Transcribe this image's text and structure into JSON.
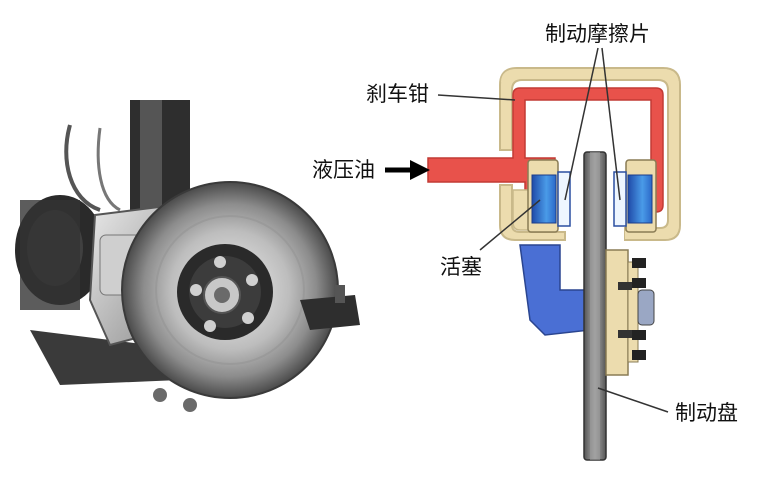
{
  "labels": {
    "brake_pads": "制动摩擦片",
    "caliper": "刹车钳",
    "hydraulic_oil": "液压油",
    "piston": "活塞",
    "brake_disc": "制动盘"
  },
  "colors": {
    "caliper_outer": "#ecdcae",
    "caliper_outline": "#c9b98a",
    "fluid_channel": "#e8524b",
    "piston_blue": "#3e63c8",
    "pad_blue": "#2aa3e0",
    "disc_gray": "#7c7c7c",
    "hub_blue": "#4a6fd4",
    "arrow": "#000000"
  },
  "icons": {
    "photo": "disc-brake-assembly-photo",
    "arrow": "arrow-right-icon"
  }
}
